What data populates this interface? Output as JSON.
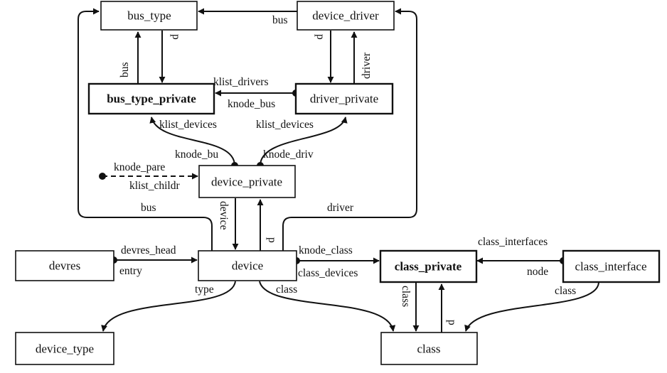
{
  "nodes": {
    "bus_type": "bus_type",
    "device_driver": "device_driver",
    "bus_type_private": "bus_type_private",
    "driver_private": "driver_private",
    "device_private": "device_private",
    "devres": "devres",
    "device": "device",
    "class_private": "class_private",
    "class_interface": "class_interface",
    "device_type": "device_type",
    "class": "class"
  },
  "labels": {
    "bus_top": "bus",
    "bus_left": "bus",
    "p_bustype": "p",
    "p_driver": "p",
    "driver_right": "driver",
    "klist_drivers": "klist_drivers",
    "knode_bus": "knode_bus",
    "klist_devices_left": "klist_devices",
    "klist_devices_right": "klist_devices",
    "knode_bu": "knode_bu",
    "knode_driv": "knode_driv",
    "knode_pare": "knode_pare",
    "klist_childr": "klist_childr",
    "bus_lower": "bus",
    "driver_lower": "driver",
    "device_vertical": "device",
    "p_device": "p",
    "devres_head": "devres_head",
    "entry": "entry",
    "knode_class": "knode_class",
    "class_devices": "class_devices",
    "class_interfaces": "class_interfaces",
    "node": "node",
    "type": "type",
    "class_from_device": "class",
    "class_from_interface": "class",
    "class_vertical": "class",
    "p_class": "p"
  }
}
